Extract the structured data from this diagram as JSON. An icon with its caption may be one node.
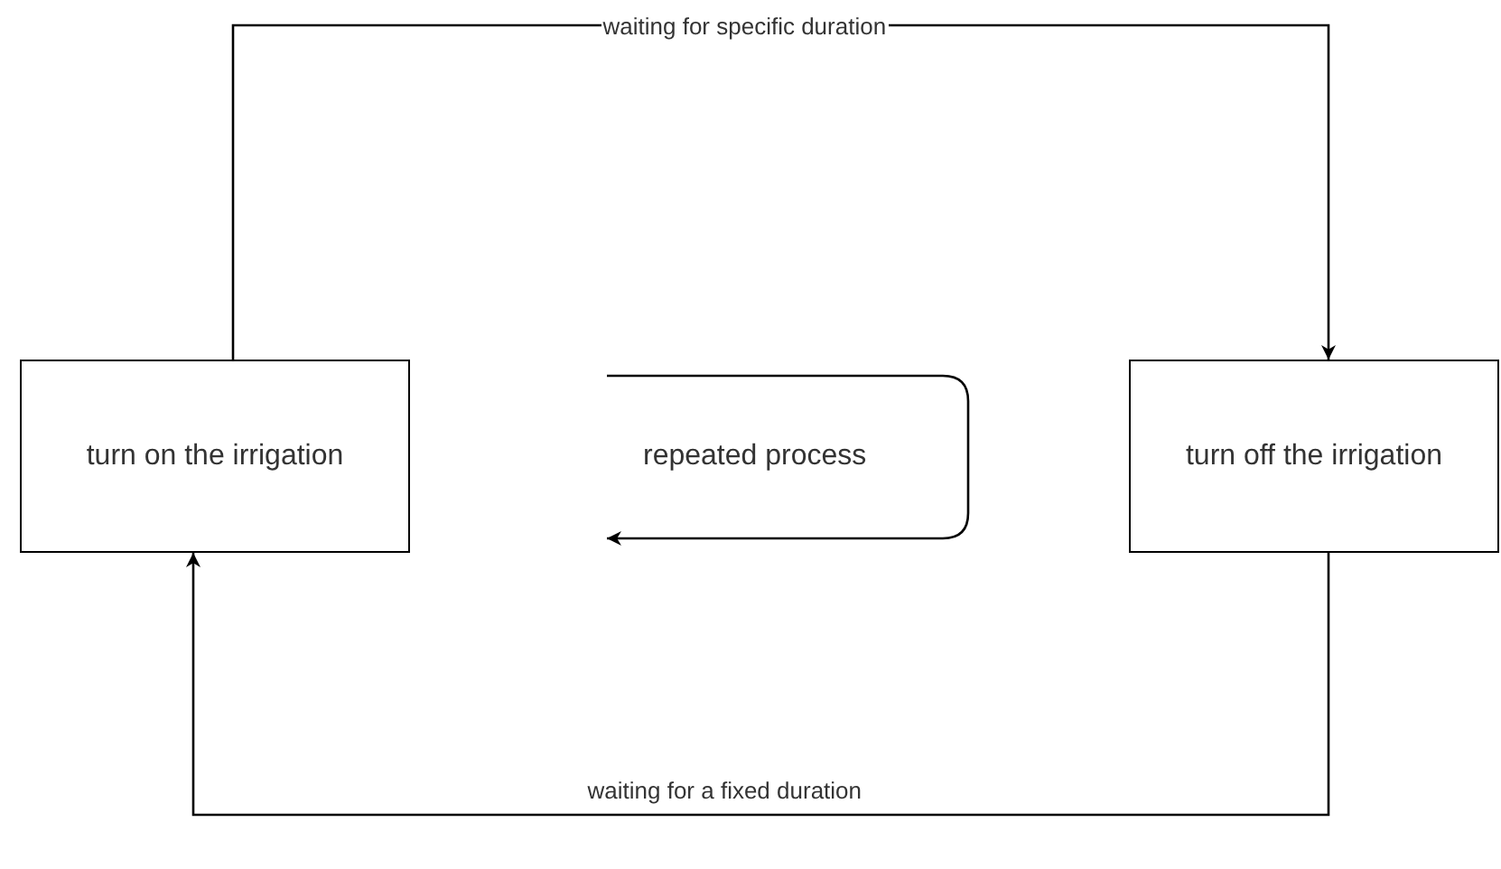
{
  "diagram": {
    "nodes": [
      {
        "text": [
          "turn on the irrigation"
        ]
      },
      {
        "text": [
          "turn off the irrigation"
        ]
      }
    ],
    "edges": [
      {
        "from": 0,
        "to": 1,
        "arrow": "to",
        "label": "waiting for specific duration"
      },
      {
        "from": 1,
        "to": 0,
        "arrow": "to",
        "label": "waiting for a fixed duration"
      }
    ],
    "labels": [
      "repeated process"
    ]
  }
}
